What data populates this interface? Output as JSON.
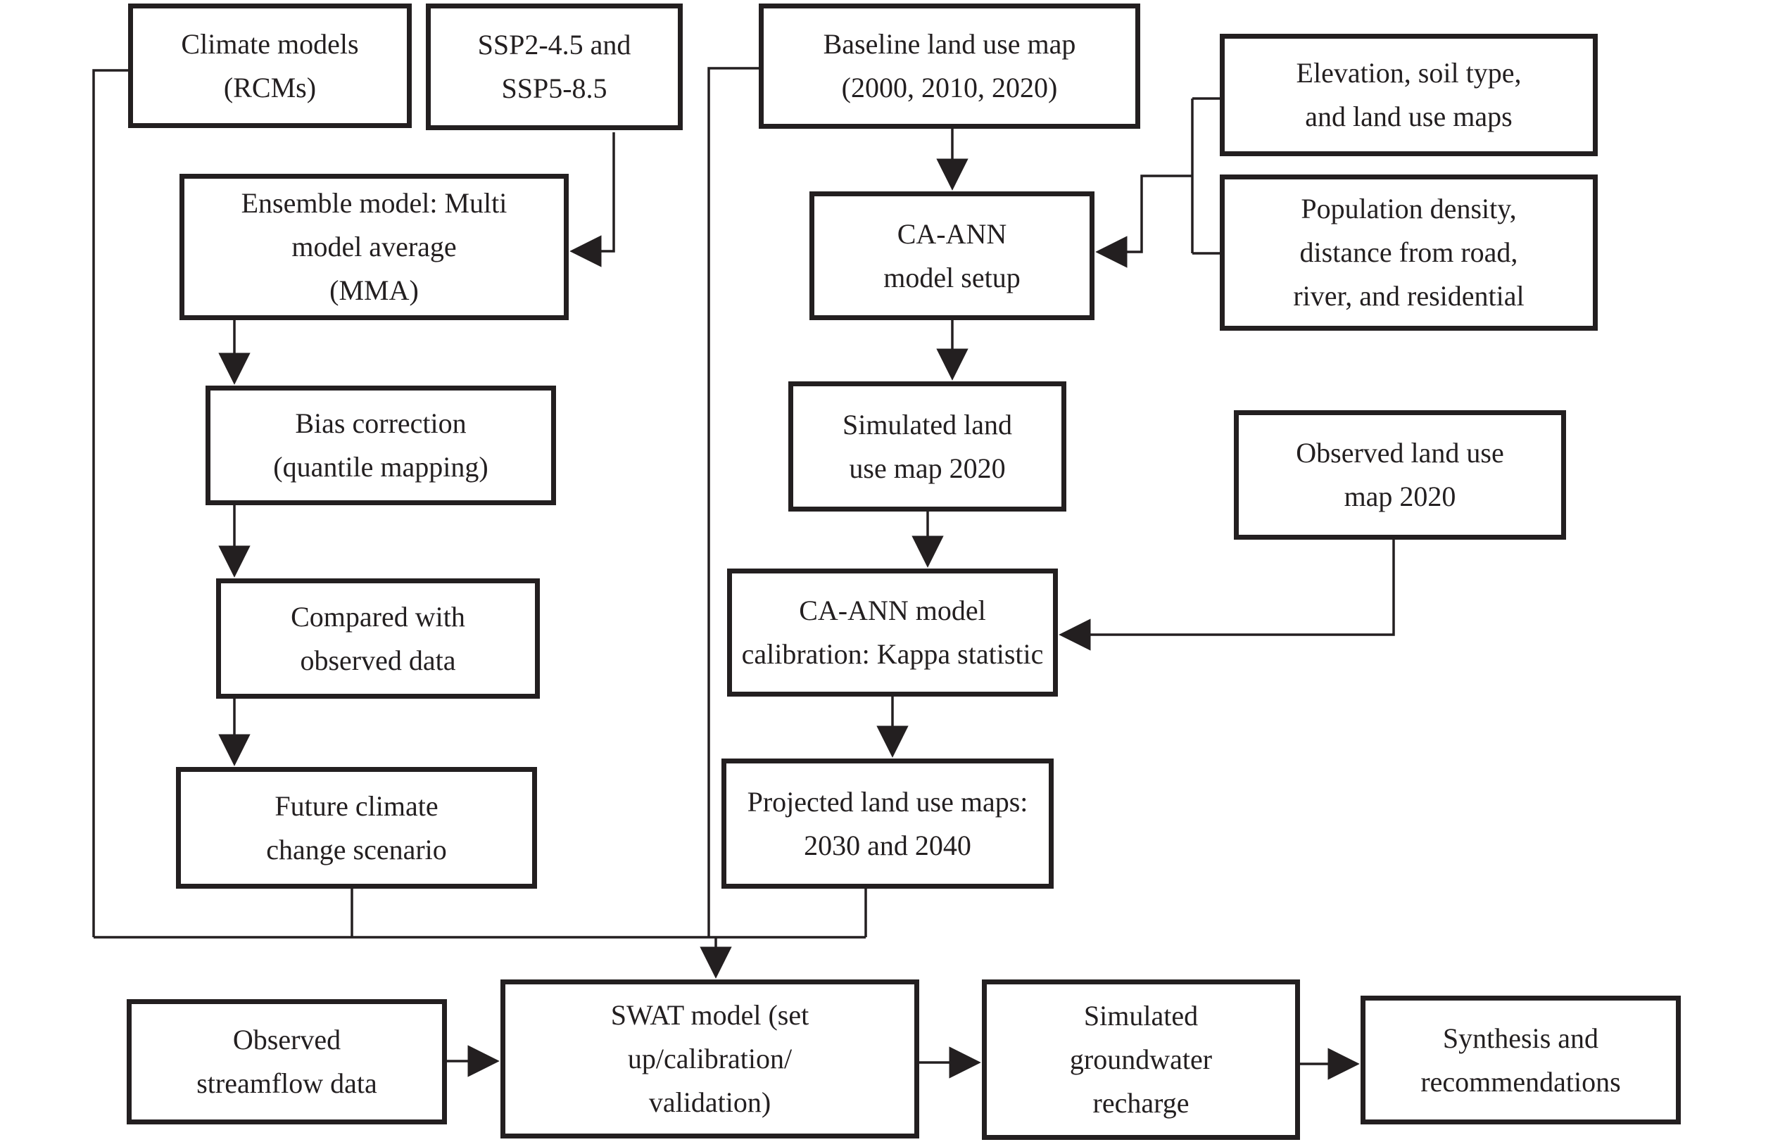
{
  "figure": {
    "type": "flowchart",
    "colors": {
      "background": "#ffffff",
      "line": "#231f20",
      "box_fill": "#ffffff",
      "text": "#231f20"
    },
    "boxes": {
      "climate_models": {
        "label": "Climate models\n(RCMs)"
      },
      "ssp_scenarios": {
        "label": "SSP2-4.5 and\nSSP5-8.5"
      },
      "baseline_land_use": {
        "label": "Baseline land use map\n(2000, 2010, 2020)"
      },
      "elevation_soil": {
        "label": "Elevation, soil type,\nand land use maps"
      },
      "ensemble_model": {
        "label": "Ensemble model: Multi\nmodel average\n(MMA)"
      },
      "ca_ann_setup": {
        "label": "CA-ANN\nmodel setup"
      },
      "population_density": {
        "label": "Population density,\ndistance from road,\nriver, and residential"
      },
      "bias_correction": {
        "label": "Bias correction\n(quantile mapping)"
      },
      "simulated_land_use": {
        "label": "Simulated land\nuse map 2020"
      },
      "observed_land_use": {
        "label": "Observed land use\nmap 2020"
      },
      "compared_observed": {
        "label": "Compared with\nobserved data"
      },
      "ca_ann_calibration": {
        "label": "CA-ANN model\ncalibration: Kappa statistic"
      },
      "future_climate": {
        "label": "Future climate\nchange scenario"
      },
      "projected_land_use": {
        "label": "Projected land use maps:\n2030 and 2040"
      },
      "observed_streamflow": {
        "label": "Observed\nstreamflow data"
      },
      "swat_model": {
        "label": "SWAT model (set\nup/calibration/\nvalidation)"
      },
      "simulated_groundwater": {
        "label": "Simulated\ngroundwater\nrecharge"
      },
      "synthesis": {
        "label": "Synthesis and\nrecommendations"
      }
    }
  }
}
